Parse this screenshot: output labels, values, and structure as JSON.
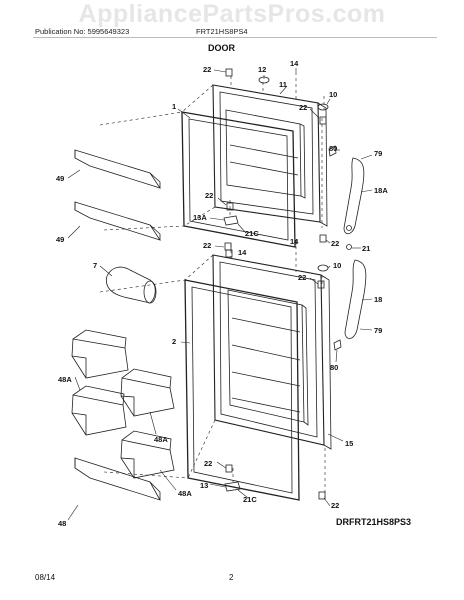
{
  "watermark": "AppliancePartsPros.com",
  "header": {
    "publication": "Publication No: 5995649323",
    "model": "FRT21HS8PS4"
  },
  "section_title": "DOOR",
  "callouts": [
    {
      "id": "c22a",
      "label": "22"
    },
    {
      "id": "c12",
      "label": "12"
    },
    {
      "id": "c14a",
      "label": "14"
    },
    {
      "id": "c11",
      "label": "11"
    },
    {
      "id": "c10a",
      "label": "10"
    },
    {
      "id": "c22b",
      "label": "22"
    },
    {
      "id": "c1",
      "label": "1"
    },
    {
      "id": "c49a",
      "label": "49"
    },
    {
      "id": "c80a",
      "label": "80"
    },
    {
      "id": "c79a",
      "label": "79"
    },
    {
      "id": "c18A",
      "label": "18A"
    },
    {
      "id": "c22c",
      "label": "22"
    },
    {
      "id": "c49b",
      "label": "49"
    },
    {
      "id": "c13A",
      "label": "13A"
    },
    {
      "id": "c21Ca",
      "label": "21C"
    },
    {
      "id": "c14b",
      "label": "14"
    },
    {
      "id": "c22d",
      "label": "22"
    },
    {
      "id": "c22e",
      "label": "22"
    },
    {
      "id": "c14c",
      "label": "14"
    },
    {
      "id": "c21",
      "label": "21"
    },
    {
      "id": "c7",
      "label": "7"
    },
    {
      "id": "c10b",
      "label": "10"
    },
    {
      "id": "c22f",
      "label": "22"
    },
    {
      "id": "c18",
      "label": "18"
    },
    {
      "id": "c2",
      "label": "2"
    },
    {
      "id": "c79b",
      "label": "79"
    },
    {
      "id": "c80b",
      "label": "80"
    },
    {
      "id": "c48Aa",
      "label": "48A"
    },
    {
      "id": "c48Ab",
      "label": "48A"
    },
    {
      "id": "c15",
      "label": "15"
    },
    {
      "id": "c22g",
      "label": "22"
    },
    {
      "id": "c13",
      "label": "13"
    },
    {
      "id": "c48Ac",
      "label": "48A"
    },
    {
      "id": "c21Cb",
      "label": "21C"
    },
    {
      "id": "c22h",
      "label": "22"
    },
    {
      "id": "c48",
      "label": "48"
    }
  ],
  "diagram_code": "DRFRT21HS8PS3",
  "footer": {
    "date": "08/14",
    "page": "2"
  }
}
